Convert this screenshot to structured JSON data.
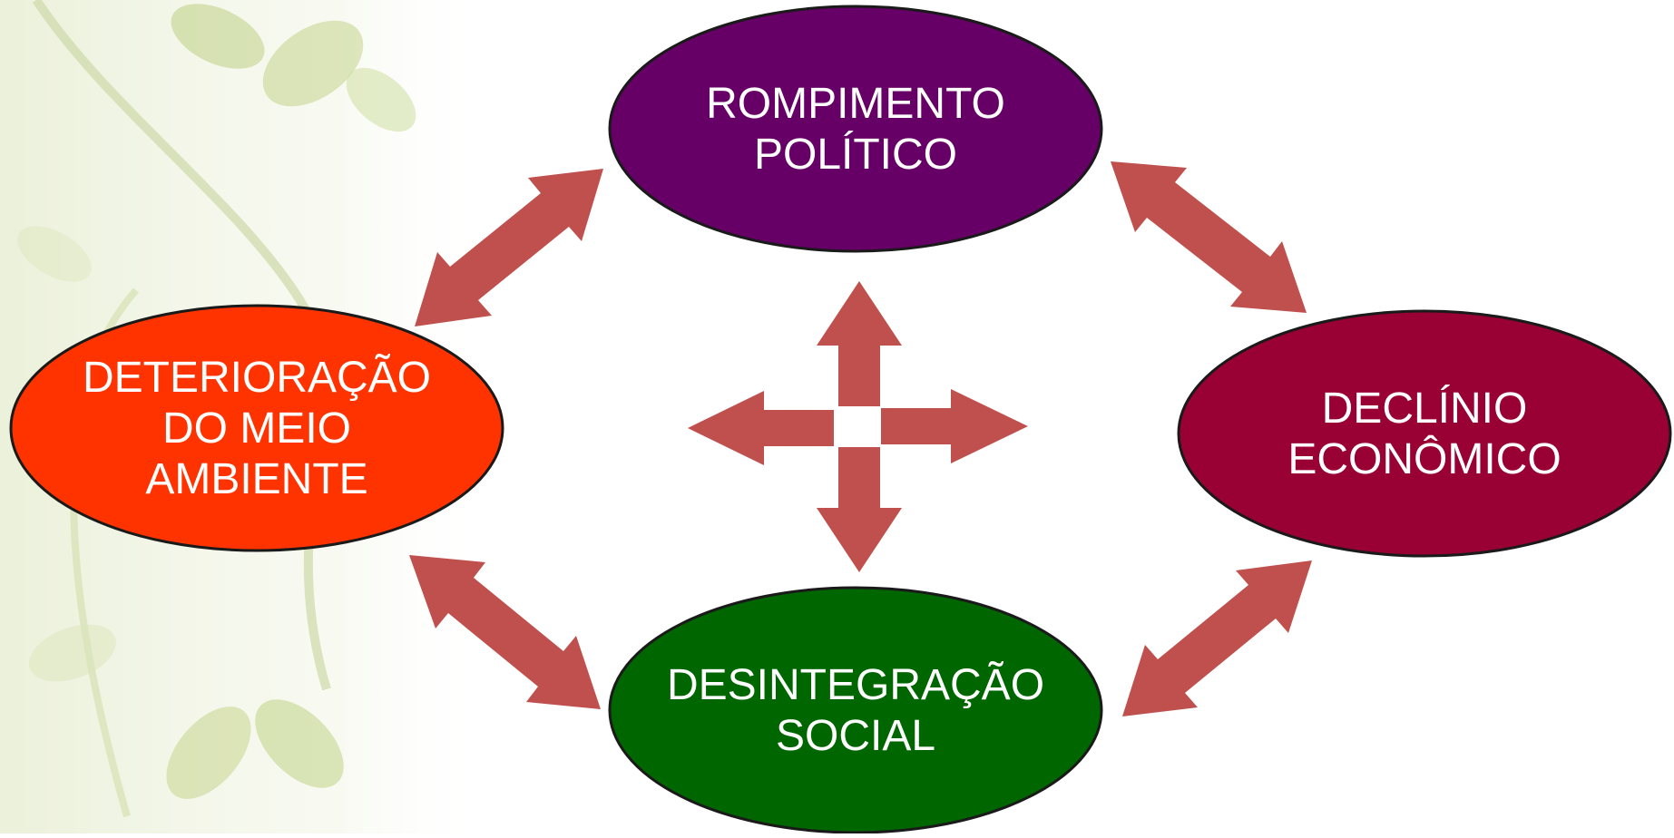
{
  "nodes": {
    "political": {
      "lines": [
        "ROMPIMENTO",
        "POLÍTICO"
      ],
      "color": "#660066"
    },
    "economic": {
      "lines": [
        "DECLÍNIO",
        "ECONÔMICO"
      ],
      "color": "#990033"
    },
    "social": {
      "lines": [
        "DESINTEGRAÇÃO",
        "SOCIAL"
      ],
      "color": "#006600"
    },
    "environment": {
      "lines": [
        "DETERIORAÇÃO",
        "DO MEIO",
        "AMBIENTE"
      ],
      "color": "#ff3300"
    }
  },
  "arrow_color": "#c0504d",
  "background_motif": "green-leaves-and-vine"
}
